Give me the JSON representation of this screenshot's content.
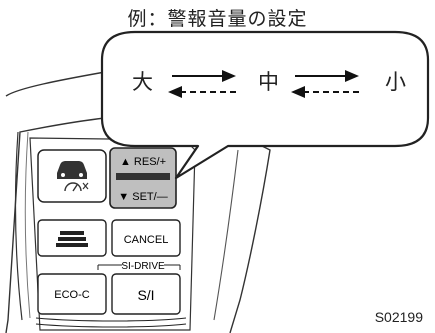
{
  "caption": "例：警報音量の設定",
  "levels": [
    "大",
    "中",
    "小"
  ],
  "buttons": {
    "res": "▲ RES/+",
    "set": "▼ SET/—",
    "cancel": "CANCEL",
    "si_drive": "SI-DRIVE",
    "eco": "ECO-C",
    "si": "S/I"
  },
  "figure_code": "S02199"
}
